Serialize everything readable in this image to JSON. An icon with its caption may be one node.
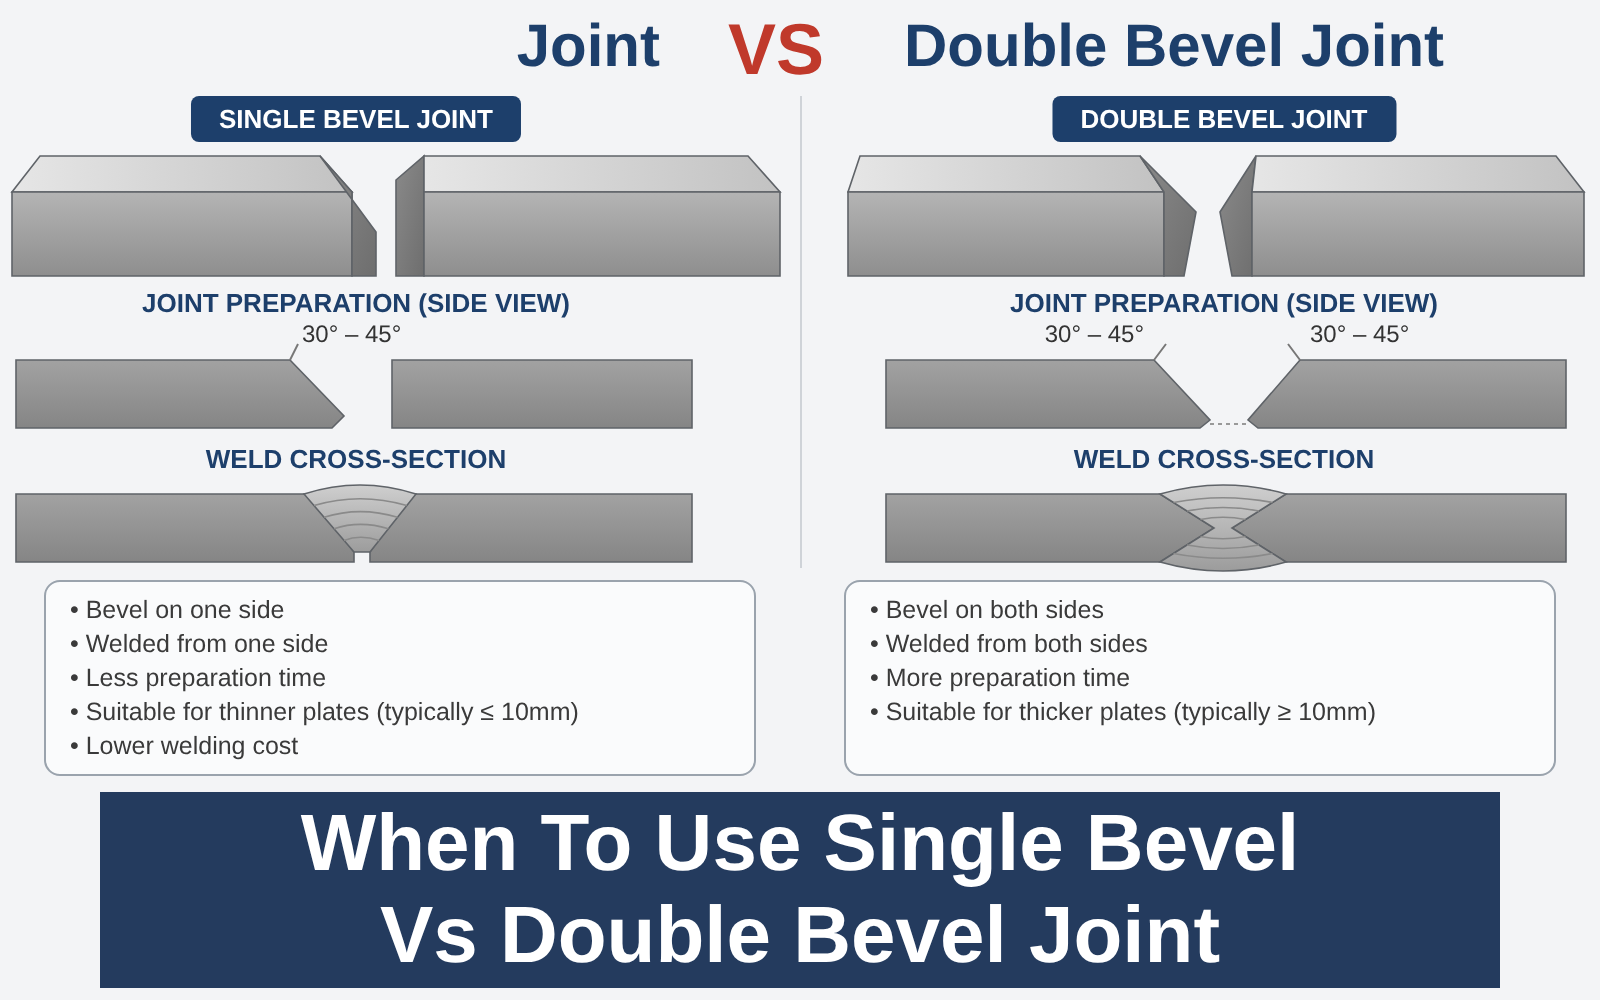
{
  "diagram": {
    "caption": "When To Use Single Bevel Vs Double Bevel Joint",
    "nodes": [
      {
        "text": [
          "SINGLE BEVEL JOINT"
        ]
      },
      {
        "text": [
          "DOUBLE BEVEL JOINT"
        ]
      },
      {
        "text": [
          "• Bevel on one side",
          "• Welded from one side",
          "• Less preparation time",
          "• Suitable for thinner plates (typically ≤ 10mm)",
          "• Lower welding cost"
        ]
      },
      {
        "text": [
          "• Bevel on both sides",
          "• Welded from both sides",
          "• More preparation time",
          "• Suitable for thicker plates (typically ≥ 10mm)"
        ]
      }
    ],
    "labels": [
      "Joint",
      "VS",
      "Double Bevel Joint",
      "JOINT PREPARATION (SIDE VIEW)",
      "JOINT PREPARATION (SIDE VIEW)",
      "30° – 45°",
      "30° – 45°",
      "30° – 45°",
      "WELD CROSS-SECTION",
      "WELD CROSS-SECTION"
    ]
  }
}
